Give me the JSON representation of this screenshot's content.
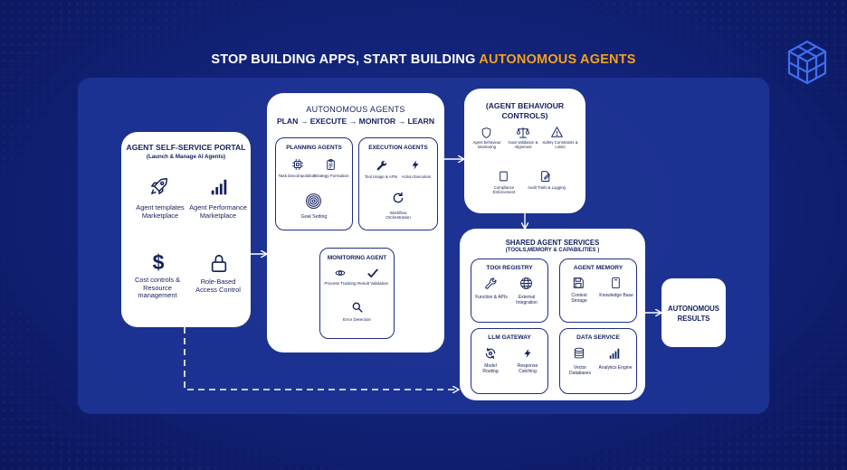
{
  "title": {
    "part1": "STOP BUILDING APPS, START BUILDING ",
    "part2": "AUTONOMOUS AGENTS"
  },
  "colors": {
    "accent": "#f5a11a",
    "navy": "#12205e",
    "panel": "#1d3494"
  },
  "portal": {
    "title": "AGENT SELF-SERVICE PORTAL",
    "subtitle": "(Launch & Manage AI Agents)",
    "items": [
      {
        "icon": "rocket-icon",
        "label": "Agent templates Marketplace"
      },
      {
        "icon": "bar-chart-icon",
        "label": "Agent Performance Marketplace"
      },
      {
        "icon": "dollar-icon",
        "label": "Cost controls & Resource management"
      },
      {
        "icon": "lock-icon",
        "label": "Role-Based Access Control"
      }
    ]
  },
  "agents": {
    "title": "AUTONOMOUS AGENTS",
    "flow": "PLAN → EXECUTE → MONITOR → LEARN",
    "planning": {
      "title": "PLANNING AGENTS",
      "items": [
        "Task Decomposition",
        "Strategy Formation",
        "Goal Setting"
      ]
    },
    "execution": {
      "title": "EXECUTION AGENTS",
      "items": [
        "Tool Usage & APIs",
        "Action Execution",
        "Workflow Orchestration"
      ]
    },
    "monitoring": {
      "title": "MONITORING AGENT",
      "items": [
        "Process Tracking",
        "Result Validation",
        "Error Detection"
      ]
    }
  },
  "controls": {
    "title_line1": "(AGENT BEHAVIOUR",
    "title_line2": "CONTROLS)",
    "items": [
      "Agent behaviour Monitoring",
      "Goal Validation & Alignment",
      "Safety Constraints & Limits",
      "Compliance Enforcement",
      "Audit Trails & Logging"
    ]
  },
  "shared": {
    "title": "SHARED AGENT SERVICES",
    "subtitle": "(TOOLS,MEMORY & CAPABILITIES )",
    "registry": {
      "title": "TOOl REGISTRY",
      "items": [
        "Function & APIs",
        "External Integration"
      ]
    },
    "memory": {
      "title": "AGENT MEMORY",
      "items": [
        "Context Storage",
        "Knowledge Base"
      ]
    },
    "gateway": {
      "title": "LLM GATEWAY",
      "items": [
        "Model Routing",
        "Response Catching"
      ]
    },
    "data": {
      "title": "DATA SERVICE",
      "items": [
        "Vector Databases",
        "Analytics Engine"
      ]
    }
  },
  "results": {
    "line1": "AUTONOMOUS",
    "line2": "RESULTS"
  }
}
